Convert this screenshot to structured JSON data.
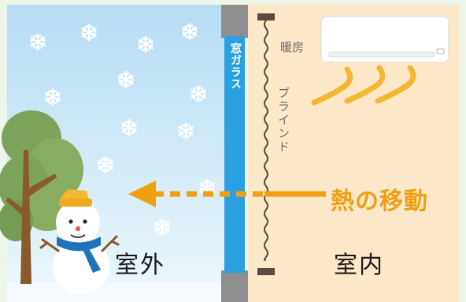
{
  "labels": {
    "window_glass": "窓ガラス",
    "blind": "ブラインド",
    "heater": "暖房",
    "heat_transfer": "熱の移動",
    "outside": "室外",
    "inside": "室内"
  },
  "colors": {
    "sky_top": "#b9def3",
    "sky_bottom": "#e8f5fb",
    "room": "#fde8ca",
    "glass": "#2aa0e0",
    "frame": "#8e8e8e",
    "blind": "#5a4a40",
    "heat_arrow": "#f09f12",
    "snowman_scarf": "#2073b8",
    "tree": "#7ca35a",
    "trunk": "#8a5a2a"
  },
  "icons": [
    "snowflake-icon",
    "air-conditioner-icon",
    "heat-wave-icon",
    "snowman-icon",
    "tree-icon"
  ]
}
